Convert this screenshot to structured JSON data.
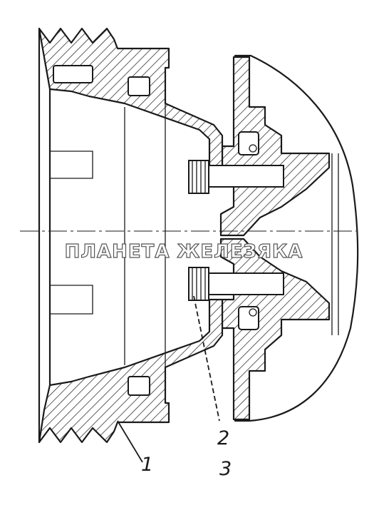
{
  "watermark": "ПЛАНЕТА ЖЕЛЕЗЯКА",
  "callouts": {
    "part_1": "1",
    "part_2": "2",
    "part_3": "3"
  }
}
